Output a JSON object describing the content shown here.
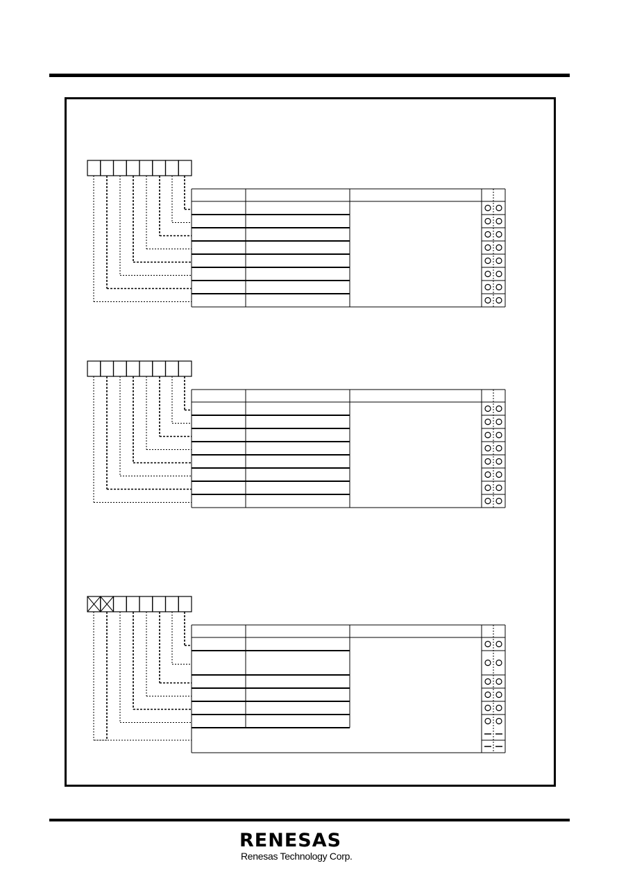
{
  "page": {
    "background": "#ffffff",
    "ink": "#000000"
  },
  "diagrams": [
    {
      "name": "register-diagram-1",
      "bit_cells": 8,
      "crossed_bits": [],
      "rows": 8,
      "rw_marks": [
        "O",
        "O"
      ],
      "extra_row": false
    },
    {
      "name": "register-diagram-2",
      "bit_cells": 8,
      "crossed_bits": [],
      "rows": 8,
      "rw_marks": [
        "O",
        "O"
      ],
      "extra_row": false
    },
    {
      "name": "register-diagram-3",
      "bit_cells": 8,
      "crossed_bits": [
        0,
        1
      ],
      "rows": 6,
      "rw_marks": [
        "O",
        "O"
      ],
      "extra_row": true,
      "extra_marks": [
        "–",
        "–"
      ]
    }
  ],
  "footer": {
    "logo_text": "RENESAS",
    "company": "Renesas Technology Corp."
  }
}
